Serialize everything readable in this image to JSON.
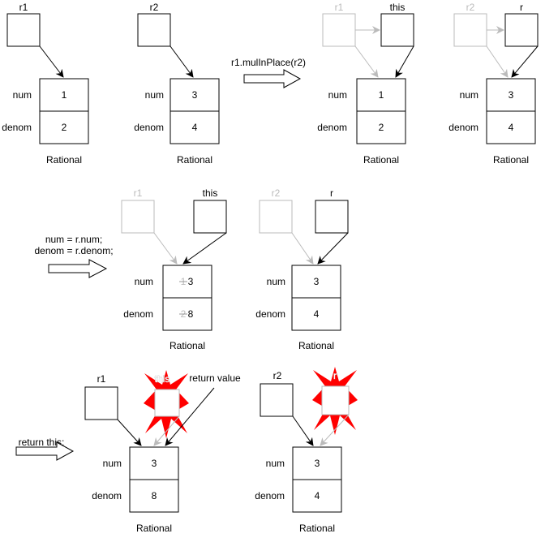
{
  "labels": {
    "num": "num",
    "denom": "denom",
    "class_name": "Rational"
  },
  "stage1": {
    "var_r1": "r1",
    "var_r2": "r2",
    "obj1": {
      "num": "1",
      "denom": "2"
    },
    "obj2": {
      "num": "3",
      "denom": "4"
    }
  },
  "call": {
    "text": "r1.mulInPlace(r2)"
  },
  "stage2": {
    "var_r1": "r1",
    "var_this": "this",
    "var_r2": "r2",
    "var_r": "r",
    "obj1": {
      "num": "1",
      "denom": "2"
    },
    "obj2": {
      "num": "3",
      "denom": "4"
    }
  },
  "assign": {
    "line1": "num = r.num;",
    "line2": "denom = r.denom;"
  },
  "stage3": {
    "var_r1": "r1",
    "var_this": "this",
    "var_r2": "r2",
    "var_r": "r",
    "obj1": {
      "num_old": "1",
      "num_new": "3",
      "denom_old": "2",
      "denom_new": "8"
    },
    "obj2": {
      "num": "3",
      "denom": "4"
    }
  },
  "return_stmt": {
    "text": "return this;"
  },
  "stage4": {
    "var_r1": "r1",
    "var_this": "this",
    "return_value": "return value",
    "var_r2": "r2",
    "var_r": "r",
    "obj1": {
      "num": "3",
      "denom": "8"
    },
    "obj2": {
      "num": "3",
      "denom": "4"
    }
  },
  "colors": {
    "active": "#000000",
    "inactive": "#bbbbbb",
    "destroyed": "#ff0000"
  }
}
